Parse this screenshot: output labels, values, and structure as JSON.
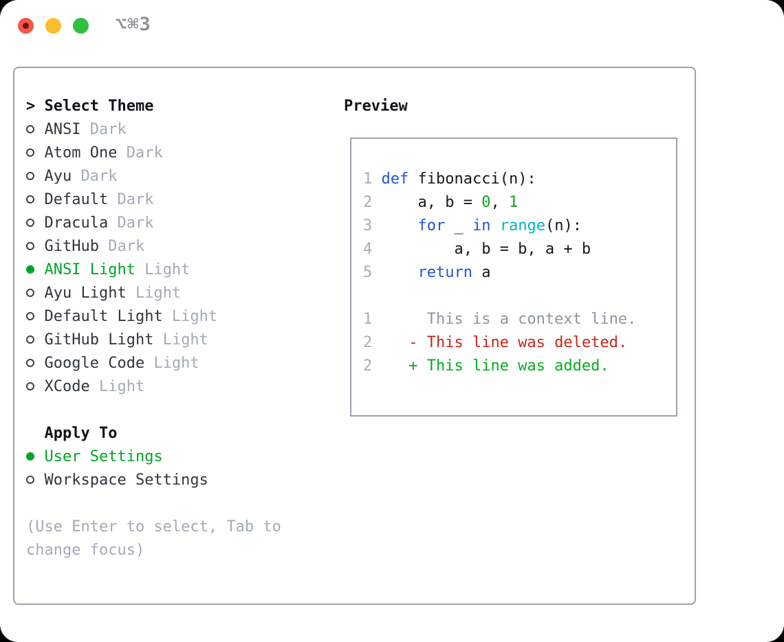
{
  "window": {
    "shortcut_label": "⌥⌘3",
    "traffic_lights": [
      {
        "name": "close",
        "color": "#f4564b"
      },
      {
        "name": "minimize",
        "color": "#fbbe2d"
      },
      {
        "name": "zoom",
        "color": "#30bf3e"
      }
    ]
  },
  "colors": {
    "border": "#9aa2ad",
    "selected_green": "#00a524",
    "keyword_blue": "#1f55db",
    "builtin_cyan": "#00b5c4",
    "literal_green": "#0ca516",
    "deleted_red": "#c9251a",
    "added_green": "#00ae1e",
    "muted_gray": "#a2abb6"
  },
  "theme_picker": {
    "title_prefix": ">",
    "title": "Select Theme",
    "items": [
      {
        "name": "ANSI",
        "variant": "Dark",
        "selected": false
      },
      {
        "name": "Atom One",
        "variant": "Dark",
        "selected": false
      },
      {
        "name": "Ayu",
        "variant": "Dark",
        "selected": false
      },
      {
        "name": "Default",
        "variant": "Dark",
        "selected": false
      },
      {
        "name": "Dracula",
        "variant": "Dark",
        "selected": false
      },
      {
        "name": "GitHub",
        "variant": "Dark",
        "selected": false
      },
      {
        "name": "ANSI Light",
        "variant": "Light",
        "selected": true
      },
      {
        "name": "Ayu Light",
        "variant": "Light",
        "selected": false
      },
      {
        "name": "Default Light",
        "variant": "Light",
        "selected": false
      },
      {
        "name": "GitHub Light",
        "variant": "Light",
        "selected": false
      },
      {
        "name": "Google Code",
        "variant": "Light",
        "selected": false
      },
      {
        "name": "XCode",
        "variant": "Light",
        "selected": false
      }
    ],
    "apply_to": {
      "title": "Apply To",
      "options": [
        {
          "name": "User Settings",
          "selected": true
        },
        {
          "name": "Workspace Settings",
          "selected": false
        }
      ]
    },
    "help_text": "(Use Enter to select, Tab to change focus)"
  },
  "preview": {
    "title": "Preview",
    "code_lines": [
      {
        "num": "1",
        "tokens": [
          {
            "c": "kw",
            "t": "def"
          },
          {
            "c": "pl",
            "t": " fibonacci(n):"
          }
        ]
      },
      {
        "num": "2",
        "tokens": [
          {
            "c": "pl",
            "t": "    a, b = "
          },
          {
            "c": "lit",
            "t": "0"
          },
          {
            "c": "pl",
            "t": ", "
          },
          {
            "c": "lit",
            "t": "1"
          }
        ]
      },
      {
        "num": "3",
        "tokens": [
          {
            "c": "pl",
            "t": "    "
          },
          {
            "c": "kw",
            "t": "for"
          },
          {
            "c": "pl",
            "t": " _ "
          },
          {
            "c": "kw",
            "t": "in"
          },
          {
            "c": "pl",
            "t": " "
          },
          {
            "c": "bi",
            "t": "range"
          },
          {
            "c": "pl",
            "t": "(n):"
          }
        ]
      },
      {
        "num": "4",
        "tokens": [
          {
            "c": "pl",
            "t": "        a, b = b, a + b"
          }
        ]
      },
      {
        "num": "5",
        "tokens": [
          {
            "c": "pl",
            "t": "    "
          },
          {
            "c": "kw",
            "t": "return"
          },
          {
            "c": "pl",
            "t": " a"
          }
        ]
      },
      {
        "num": "",
        "tokens": []
      },
      {
        "num": "1",
        "tokens": [
          {
            "c": "ctx",
            "t": "     This is a context line."
          }
        ]
      },
      {
        "num": "2",
        "tokens": [
          {
            "c": "del",
            "t": "   - This line was deleted."
          }
        ]
      },
      {
        "num": "2",
        "tokens": [
          {
            "c": "add",
            "t": "   + This line was added."
          }
        ]
      }
    ]
  }
}
